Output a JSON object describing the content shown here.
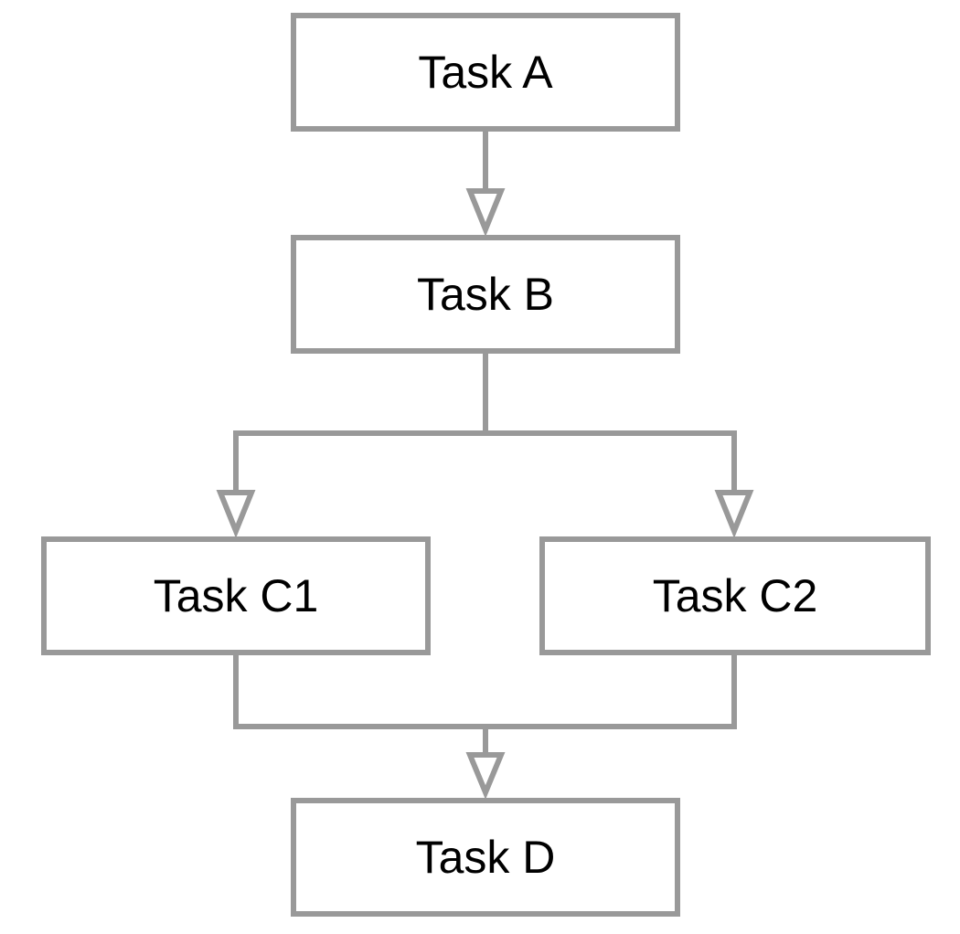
{
  "colors": {
    "stroke": "#999999",
    "text": "#000000",
    "background": "#ffffff"
  },
  "nodes": {
    "task_a": "Task A",
    "task_b": "Task B",
    "task_c1": "Task C1",
    "task_c2": "Task C2",
    "task_d": "Task D"
  },
  "edges": [
    {
      "from": "task_a",
      "to": "task_b"
    },
    {
      "from": "task_b",
      "to": "task_c1"
    },
    {
      "from": "task_b",
      "to": "task_c2"
    },
    {
      "from": "task_c1",
      "to": "task_d"
    },
    {
      "from": "task_c2",
      "to": "task_d"
    }
  ]
}
